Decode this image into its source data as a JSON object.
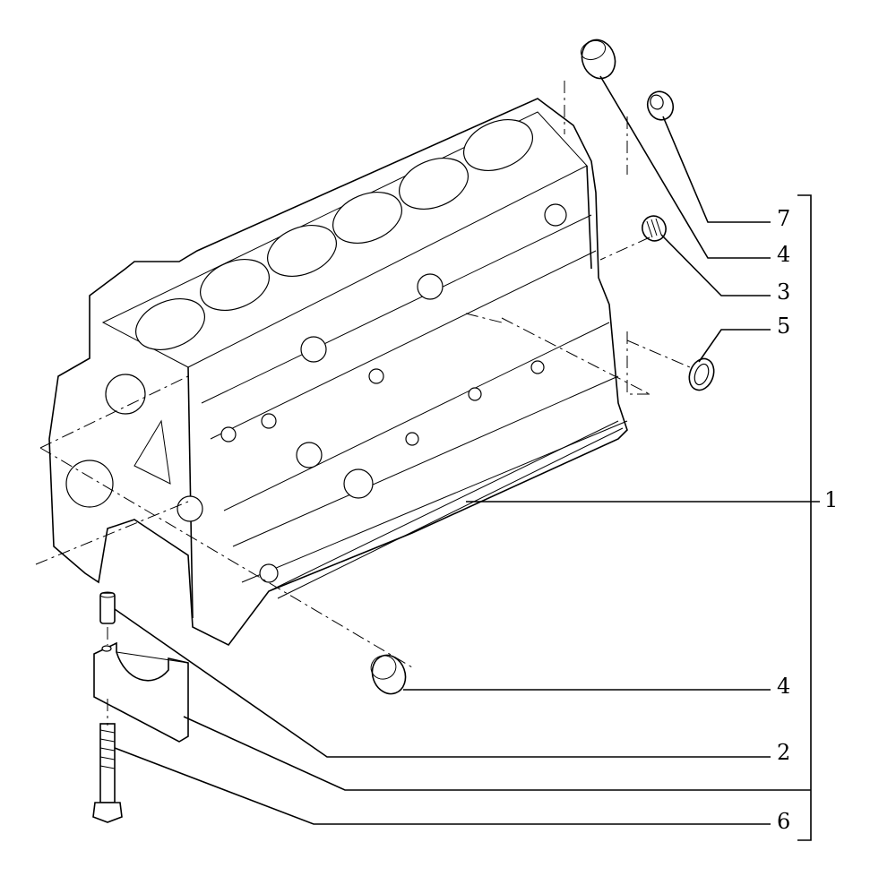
{
  "callouts": [
    {
      "id": "c7",
      "label": "7"
    },
    {
      "id": "c4a",
      "label": "4"
    },
    {
      "id": "c3",
      "label": "3"
    },
    {
      "id": "c5",
      "label": "5"
    },
    {
      "id": "c1",
      "label": "1"
    },
    {
      "id": "c4b",
      "label": "4"
    },
    {
      "id": "c2",
      "label": "2"
    },
    {
      "id": "c6",
      "label": "6"
    }
  ]
}
